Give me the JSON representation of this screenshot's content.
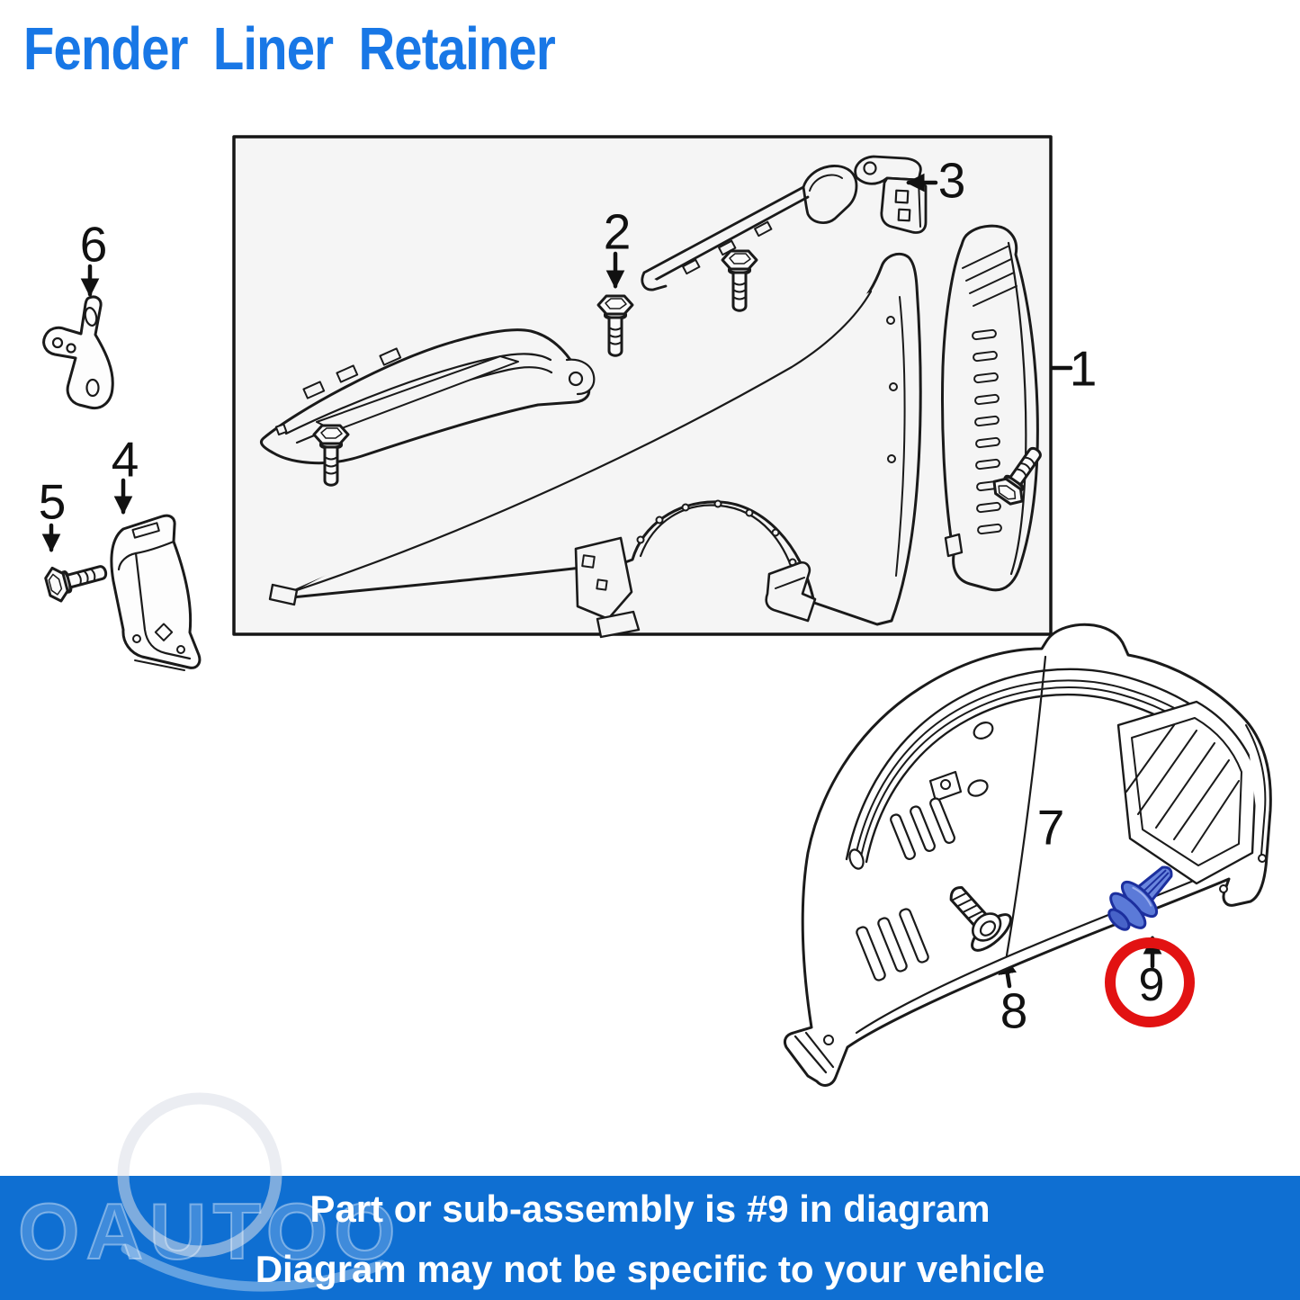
{
  "title": "Fender Liner Retainer",
  "watermark": "OAUTOO",
  "diagram": {
    "callouts": [
      {
        "label": "1"
      },
      {
        "label": "2"
      },
      {
        "label": "3"
      },
      {
        "label": "4"
      },
      {
        "label": "5"
      },
      {
        "label": "6"
      },
      {
        "label": "7"
      },
      {
        "label": "8"
      },
      {
        "label": "9"
      }
    ],
    "highlighted_callout": "9"
  },
  "footer": {
    "line1": "Part or sub-assembly is #9 in diagram",
    "line2": "Diagram may not be specific to your vehicle"
  },
  "colors": {
    "title_blue": "#1877e6",
    "footer_banner_blue": "#0f6fd2",
    "highlight_circle_red": "#e21212",
    "retainer_clip_blue": "#5b7ad8",
    "retainer_clip_outline": "#1c2f9e",
    "line_art_black": "#1a1a1a",
    "frame_fill_gray": "#f5f5f5"
  }
}
